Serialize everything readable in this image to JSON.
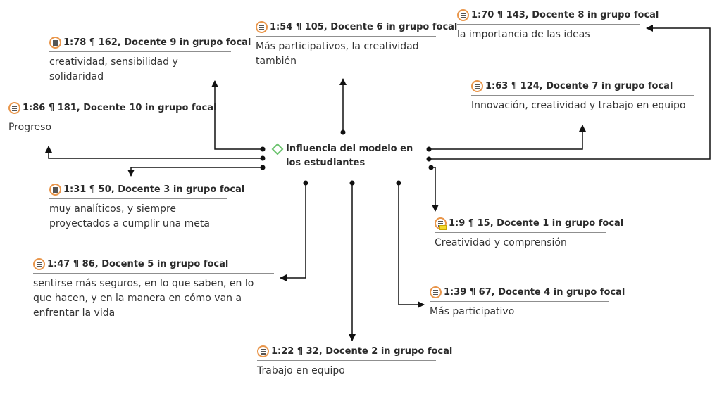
{
  "hub": {
    "label": "Influencia del modelo en los estudiantes",
    "icon": "diamond-icon",
    "color": "#6cc36f"
  },
  "quote_icon_color": "#e9964b",
  "quotes": [
    {
      "ref": "1:78 ¶ 162, Docente 9 in grupo focal",
      "text": "creatividad, sensibilidad y solidaridad"
    },
    {
      "ref": "1:54 ¶ 105, Docente 6 in grupo focal",
      "text": "Más participativos, la creatividad también"
    },
    {
      "ref": "1:70 ¶ 143, Docente 8 in grupo focal",
      "text": "la importancia de las ideas"
    },
    {
      "ref": "1:63 ¶ 124, Docente 7 in grupo focal",
      "text": "Innovación, creatividad y trabajo en equipo"
    },
    {
      "ref": "1:86 ¶ 181, Docente 10 in grupo focal",
      "text": "Progreso"
    },
    {
      "ref": "1:31 ¶ 50, Docente 3 in grupo focal",
      "text": "muy analíticos, y siempre proyectados a cumplir una meta"
    },
    {
      "ref": "1:9 ¶ 15, Docente 1 in grupo focal",
      "text": "Creatividad y comprensión"
    },
    {
      "ref": "1:47 ¶ 86, Docente 5 in grupo focal",
      "text": "sentirse más seguros, en lo que saben, en lo que hacen, y en la manera en cómo van a enfrentar la vida"
    },
    {
      "ref": "1:39 ¶ 67, Docente 4 in grupo focal",
      "text": "Más participativo"
    },
    {
      "ref": "1:22 ¶ 32, Docente 2 in grupo focal",
      "text": "Trabajo en equipo"
    }
  ]
}
